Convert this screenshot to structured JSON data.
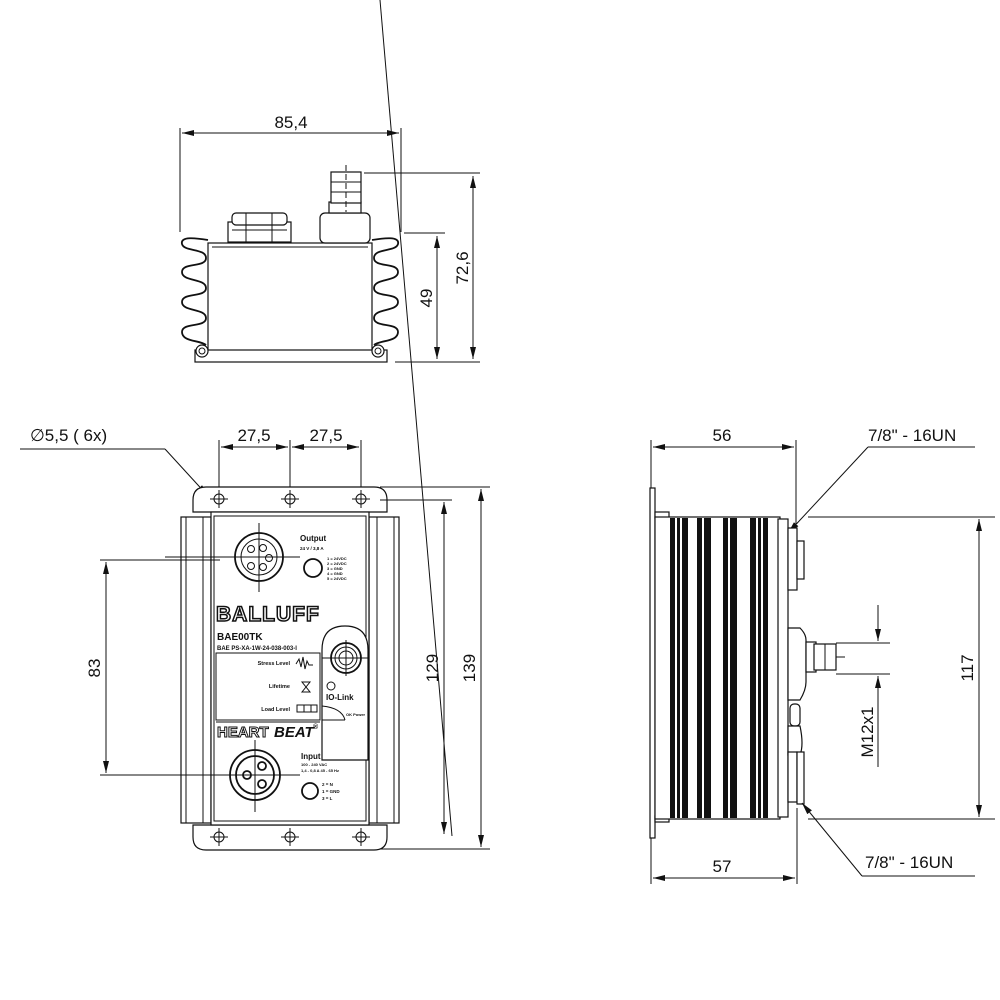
{
  "drawing": {
    "subject": "Balluff BAE00TK Heartbeat power supply dimension drawing",
    "units": "mm"
  },
  "top_view": {
    "width_label": "85,4",
    "body_height_label": "49",
    "total_height_label": "72,6"
  },
  "front_view": {
    "hole_callout": "∅5,5  ( 6x)",
    "hole_spacing_left": "27,5",
    "hole_spacing_right": "27,5",
    "connector_spacing": "83",
    "body_height": "129",
    "total_height": "139",
    "label": {
      "output_title": "Output",
      "output_rating": "24 V / 3,8 A",
      "output_pins": [
        "1 = 24VDC",
        "2 = 24VDC",
        "3 = GND",
        "4 = GND",
        "5 = 24VDC"
      ],
      "brand": "BALLUFF",
      "model": "BAE00TK",
      "part_number": "BAE PS-XA-1W-24-038-003-I",
      "stress_level": "Stress Level",
      "lifetime": "Lifetime",
      "load_level": "Load Level",
      "io_link": "IO-Link",
      "power_status": "OK Power",
      "series_part1": "HEART",
      "series_part2": "BEAT",
      "series_mark": "®",
      "input_title": "Input",
      "input_rating_1": "100 - 240 VAC",
      "input_rating_2": "1,4 - 0,8 A  45 - 65 Hz",
      "input_pins": [
        "2 = N",
        "1 = GND",
        "3 = L"
      ]
    }
  },
  "side_view": {
    "depth_top": "56",
    "depth_bottom": "57",
    "height": "117",
    "thread_top": "7/8\" - 16UN",
    "thread_bottom": "7/8\" - 16UN",
    "m12_label": "M12x1"
  }
}
